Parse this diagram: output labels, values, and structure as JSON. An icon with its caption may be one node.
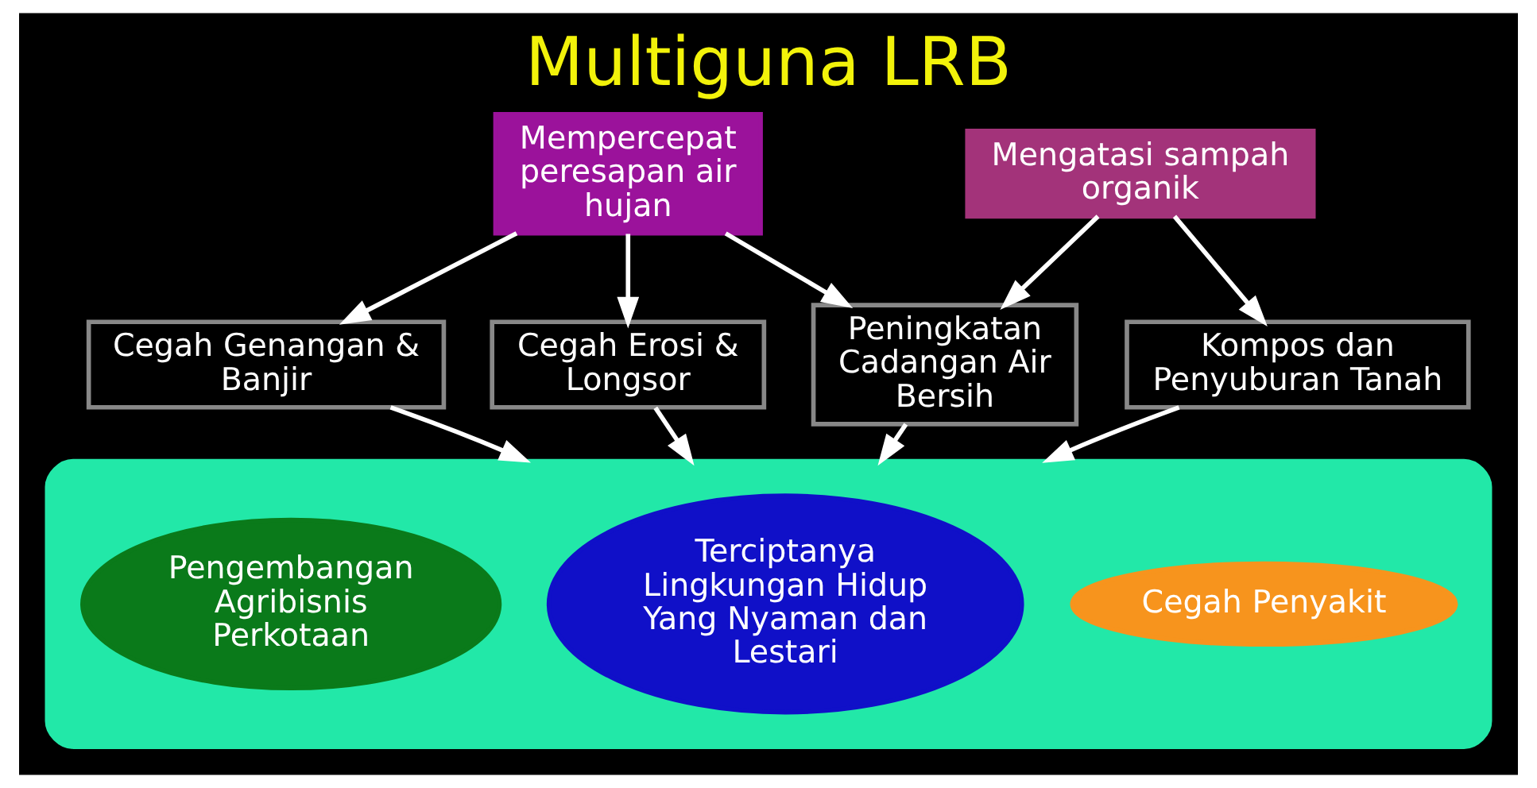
{
  "diagram": {
    "title": "Multiguna LRB",
    "nodes": [
      {
        "text": [
          "Mempercepat peresapan air hujan"
        ]
      },
      {
        "text": [
          "Mengatasi sampah organik"
        ]
      },
      {
        "text": [
          "Cegah Genangan & Banjir"
        ]
      },
      {
        "text": [
          "Cegah Erosi & Longsor"
        ]
      },
      {
        "text": [
          "Peningkatan Cadangan Air Bersih"
        ]
      },
      {
        "text": [
          "Kompos dan Penyuburan Tanah"
        ]
      },
      {
        "text": [],
        "shape": "ellipse"
      },
      {
        "text": [
          "Cegah Penyakit"
        ],
        "in": 6
      },
      {
        "text": [
          "Terciptanya Lingkungan Hidup Yang Nyaman dan Lestari"
        ],
        "in": 6
      },
      {
        "text": [
          "Pengembangan Agribisnis Perkotaan"
        ],
        "in": 6
      }
    ],
    "edges": [
      {
        "from": 0,
        "to": 2,
        "arrow": "to"
      },
      {
        "from": 0,
        "to": 3,
        "arrow": "to"
      },
      {
        "from": 0,
        "to": 4,
        "arrow": "to"
      },
      {
        "from": 1,
        "to": 4,
        "arrow": "to"
      },
      {
        "from": 1,
        "to": 5,
        "arrow": "to"
      },
      {
        "from": 2,
        "to": 6,
        "arrow": "to"
      },
      {
        "from": 3,
        "to": 6,
        "arrow": "to"
      },
      {
        "from": 4,
        "to": 6,
        "arrow": "to"
      },
      {
        "from": 5,
        "to": 6,
        "arrow": "to"
      }
    ]
  }
}
